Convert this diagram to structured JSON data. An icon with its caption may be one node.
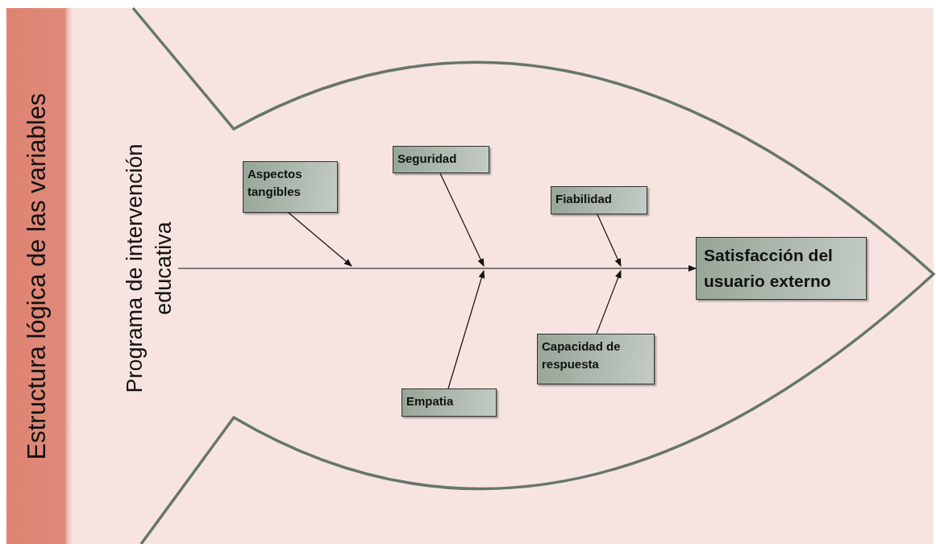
{
  "diagram": {
    "nodes": [
      {
        "text": [
          "Estructura lógica de las variables"
        ]
      },
      {
        "text": [
          "Programa de intervención educativa"
        ]
      },
      {
        "text": [
          "Aspectos tangibles"
        ]
      },
      {
        "text": [
          "Seguridad"
        ]
      },
      {
        "text": [
          "Fiabilidad"
        ]
      },
      {
        "text": [
          "Satisfacción del usuario externo"
        ]
      },
      {
        "text": [
          "Empatia"
        ]
      },
      {
        "text": [
          "Capacidad de respuesta"
        ]
      }
    ],
    "edges": [
      {
        "from": 1,
        "to": 5,
        "arrow": "to"
      },
      {
        "from": 2,
        "to": null,
        "arrow": "to"
      },
      {
        "from": 3,
        "to": null,
        "arrow": "to"
      },
      {
        "from": 4,
        "to": null,
        "arrow": "to"
      },
      {
        "from": 6,
        "to": null,
        "arrow": "to"
      },
      {
        "from": 7,
        "to": null,
        "arrow": "to"
      }
    ]
  }
}
